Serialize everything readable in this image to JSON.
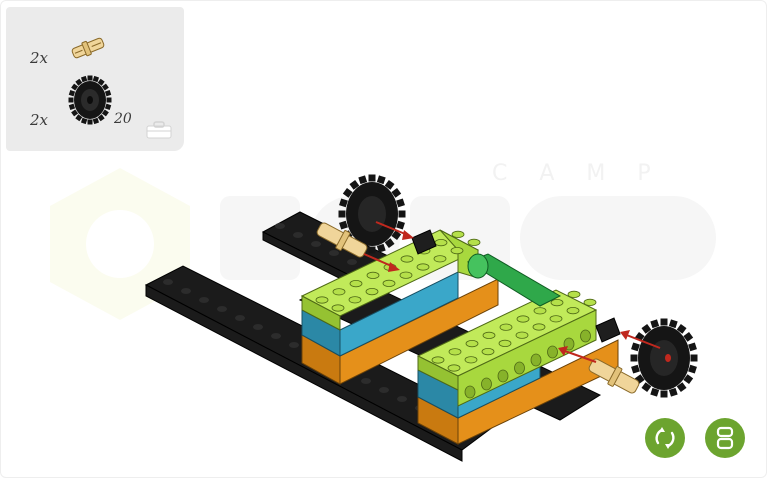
{
  "parts_panel": {
    "items": [
      {
        "quantity": "2x",
        "part_icon": "axle-pin-icon"
      },
      {
        "quantity": "2x",
        "part_icon": "gear-wheel-icon",
        "gear_teeth": "20"
      }
    ],
    "toolbox_icon": "toolbox-icon"
  },
  "watermark": {
    "brand_word": "ROBO",
    "sub_word": "CAMP",
    "logo_icon": "hexagon-logo-icon"
  },
  "controls": {
    "rotate_icon": "rotate-view-icon",
    "parts_icon": "parts-list-icon"
  },
  "colors": {
    "panel_bg": "#ebebeb",
    "accent_green": "#6ca42f",
    "lime_brick": "#a8d83e",
    "azure_brick": "#3aa7c9",
    "orange_brick": "#e5901a",
    "black_plate": "#1b1b1b",
    "pin_tan": "#f0d59a",
    "arrow_red": "#c0281e",
    "axle_green": "#2fa84a"
  }
}
